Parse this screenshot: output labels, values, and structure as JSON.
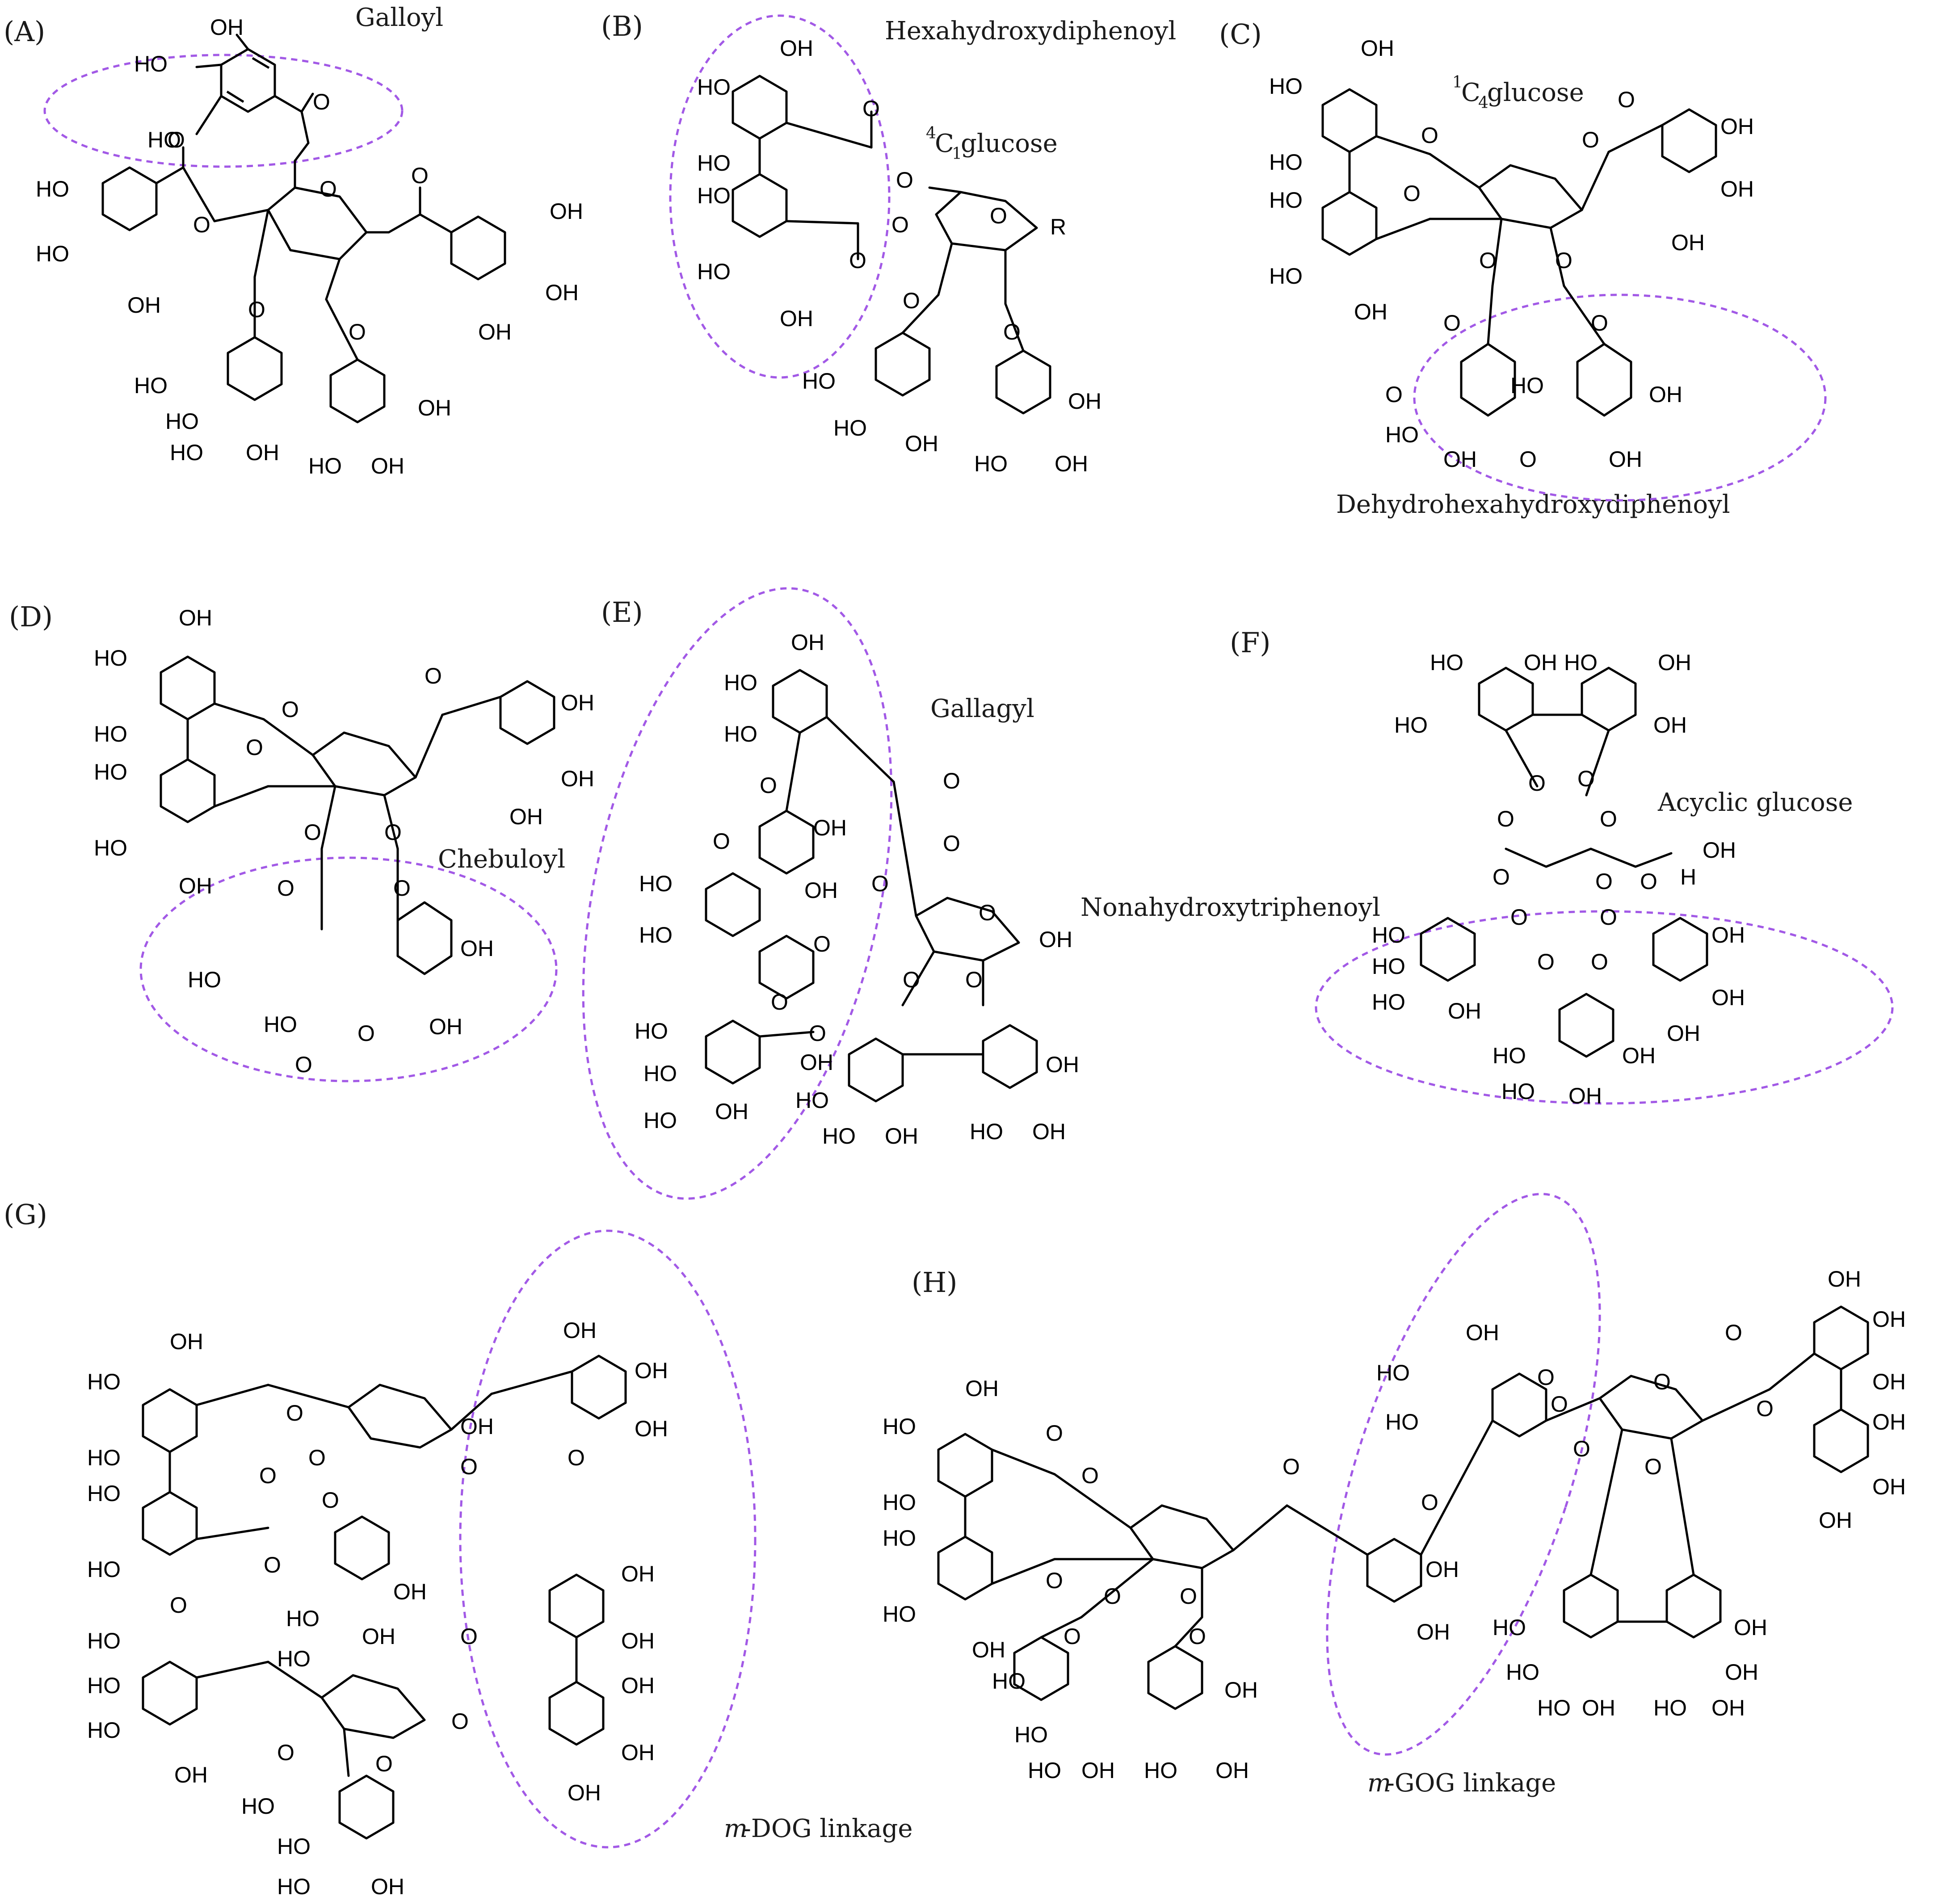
{
  "panels": {
    "A": {
      "label": "(A)"
    },
    "B": {
      "label": "(B)"
    },
    "C": {
      "label": "(C)"
    },
    "D": {
      "label": "(D)"
    },
    "E": {
      "label": "(E)"
    },
    "F": {
      "label": "(F)"
    },
    "G": {
      "label": "(G)"
    },
    "H": {
      "label": "(H)"
    }
  },
  "captions": {
    "galloyl": "Galloyl",
    "hhdp": "Hexahydroxydiphenoyl",
    "glucose_4c1_sup": "4",
    "glucose_4c1_text": "C",
    "glucose_4c1_sub": "1",
    "glucose_4c1_tail": " glucose",
    "glucose_1c4_sup": "1",
    "glucose_1c4_text": "C",
    "glucose_1c4_sub": "4",
    "glucose_1c4_tail": " glucose",
    "dhhdp": "Dehydrohexahydroxydiphenoyl",
    "chebuloyl": "Chebuloyl",
    "gallagyl": "Gallagyl",
    "nhtp": "Nonahydroxytriphenoyl",
    "acyclic": "Acyclic glucose",
    "mdog_prefix": "m",
    "mdog_text": "-DOG linkage",
    "mgog_prefix": "m",
    "mgog_text": "-GOG linkage"
  },
  "atoms": {
    "oh": "OH",
    "ho": "HO",
    "o": "O",
    "r": "R",
    "h": "H"
  },
  "colors": {
    "highlight": "#a259e6",
    "ink": "#000000"
  }
}
